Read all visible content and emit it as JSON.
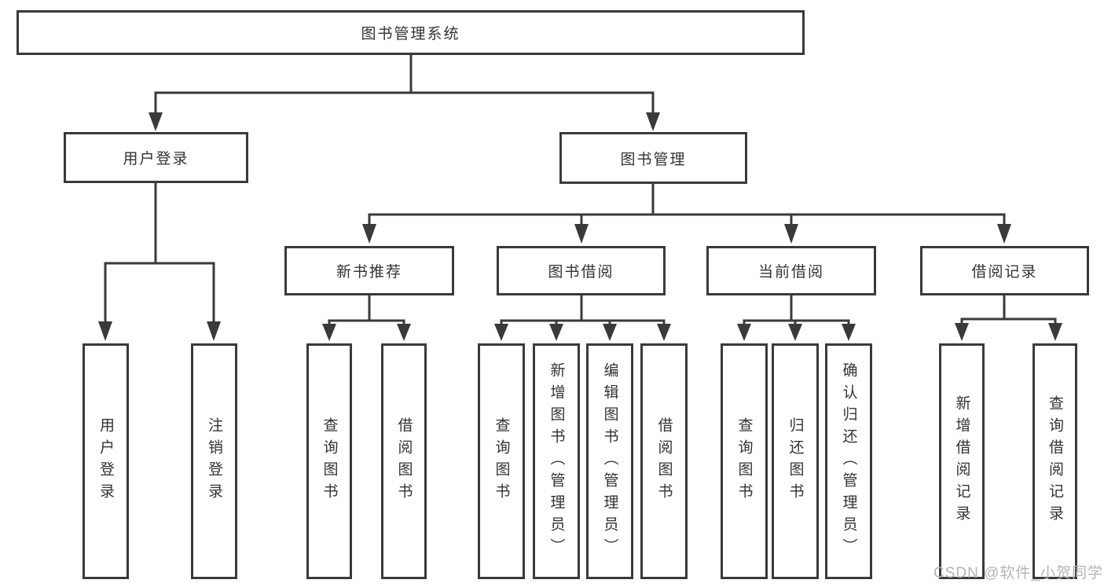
{
  "diagram": {
    "root": {
      "label": "图书管理系统"
    },
    "level2": [
      {
        "label": "用户登录"
      },
      {
        "label": "图书管理"
      }
    ],
    "level3": [
      {
        "label": "新书推荐"
      },
      {
        "label": "图书借阅"
      },
      {
        "label": "当前借阅"
      },
      {
        "label": "借阅记录"
      }
    ],
    "leaves": {
      "user_login": [
        "用户登录",
        "注销登录"
      ],
      "new_books": [
        "查询图书",
        "借阅图书"
      ],
      "book_borrow": [
        "查询图书",
        "新增图书（管理员）",
        "编辑图书（管理员）",
        "借阅图书"
      ],
      "current_borrow": [
        "查询图书",
        "归还图书",
        "确认归还（管理员）"
      ],
      "borrow_records": [
        "新增借阅记录",
        "查询借阅记录"
      ]
    }
  },
  "watermark": {
    "text": "CSDN @软件_小贺同学"
  },
  "colors": {
    "stroke": "#3a3a3a",
    "text": "#333333",
    "background": "#ffffff",
    "watermark": "#b5b5b5"
  }
}
